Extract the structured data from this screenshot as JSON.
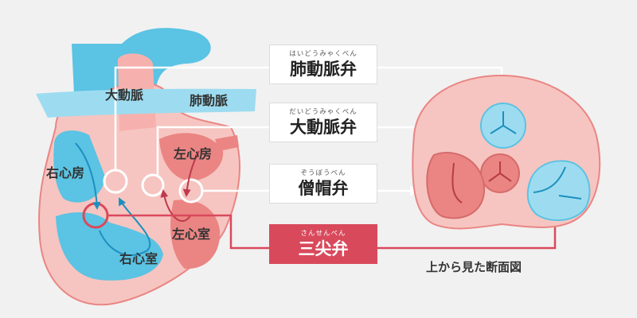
{
  "heart_labels": {
    "aorta": "大動脈",
    "pulmonary_artery": "肺動脈",
    "right_atrium": "右心房",
    "left_atrium": "左心房",
    "right_ventricle": "右心室",
    "left_ventricle": "左心室"
  },
  "valves": [
    {
      "ruby": "はいどうみゃくべん",
      "name": "肺動脈弁",
      "highlighted": false
    },
    {
      "ruby": "だいどうみゃくべん",
      "name": "大動脈弁",
      "highlighted": false
    },
    {
      "ruby": "ぞうぼうべん",
      "name": "僧帽弁",
      "highlighted": false
    },
    {
      "ruby": "さんせんべん",
      "name": "三尖弁",
      "highlighted": true
    }
  ],
  "cross_section_caption": "上から見た断面図",
  "colors": {
    "background": "#f1f1f1",
    "blood_blue": "#5bc3e3",
    "blood_light_blue": "#9ddcf0",
    "tissue_pink": "#f6c5c1",
    "tissue_red": "#ea8583",
    "highlight_red": "#d9495c",
    "connector_white": "#ffffff"
  }
}
